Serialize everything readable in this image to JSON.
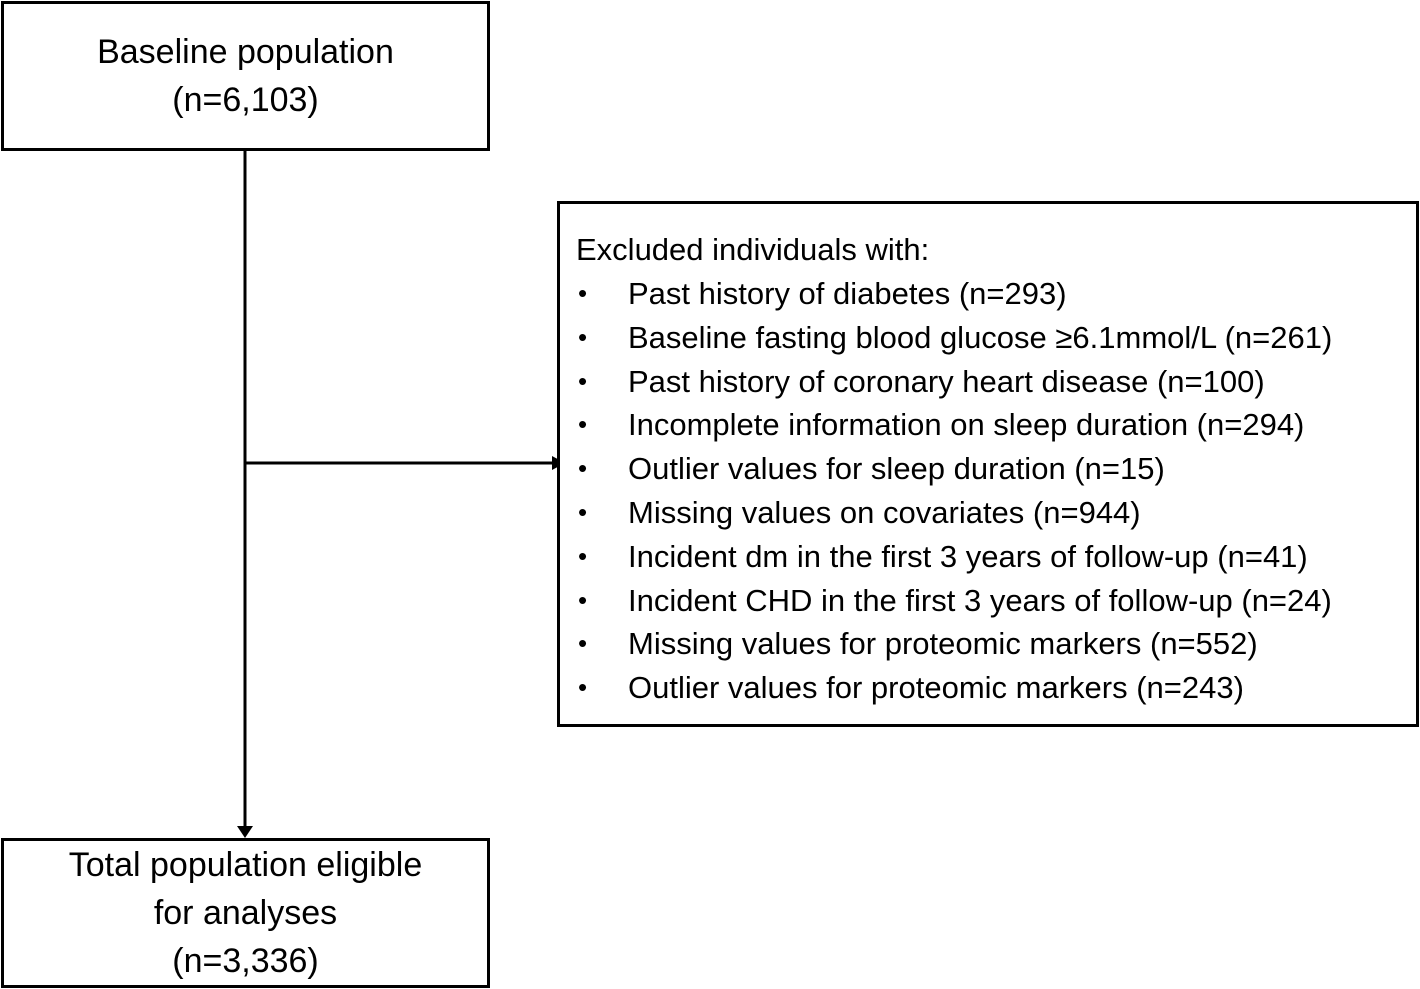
{
  "baseline": {
    "title": "Baseline population",
    "count": "(n=6,103)"
  },
  "excluded": {
    "heading": "Excluded individuals with:",
    "items": [
      "Past history of diabetes (n=293)",
      "Baseline fasting blood glucose ≥6.1mmol/L (n=261)",
      "Past history of coronary heart disease (n=100)",
      "Incomplete information on sleep duration (n=294)",
      "Outlier values for sleep duration (n=15)",
      "Missing values on covariates (n=944)",
      "Incident dm in the first 3 years of follow-up (n=41)",
      "Incident CHD in the first 3 years of follow-up (n=24)",
      "Missing values for proteomic markers (n=552)",
      "Outlier values for proteomic markers (n=243)"
    ]
  },
  "total": {
    "line1": "Total population eligible",
    "line2": "for analyses",
    "count": "(n=3,336)"
  }
}
